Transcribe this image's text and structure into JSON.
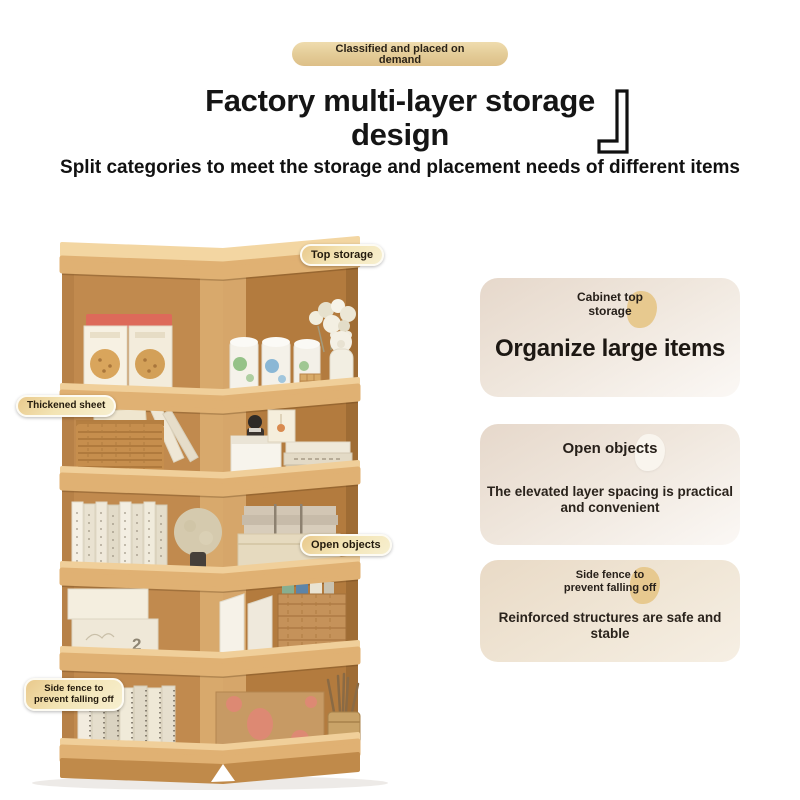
{
  "header": {
    "badge": "Classified and placed on\ndemand",
    "title": "Factory multi-layer storage\ndesign",
    "subtitle": "Split categories to meet the storage and placement needs of different items"
  },
  "photo": {
    "description": "Light beech wood five-tier corner shelf holding snack boxes, storage jars, dried flowers, a bear figurine, rattan baskets, books, document boxes, spiral notebooks and a twig pen cup",
    "box_number": "2",
    "labels": {
      "top_storage": "Top storage",
      "thickened_sheet": "Thickened sheet",
      "open_objects": "Open objects",
      "side_fence": "Side fence to\nprevent falling off"
    }
  },
  "cards": [
    {
      "tag": "Cabinet top\nstorage",
      "text": "Organize large items"
    },
    {
      "tag": "Open objects",
      "text": "The elevated layer spacing is practical\nand convenient"
    },
    {
      "tag": "Side fence to\nprevent falling off",
      "text": "Reinforced structures are safe and\nstable"
    }
  ],
  "colors": {
    "badge_tan": "#e3cb96",
    "label_cream": "#f3e4b4",
    "card_beige": "#e6d8cb",
    "blob_tan": "#e7c98f",
    "wood_light": "#e0b173",
    "wood_mid": "#c18a4e",
    "wood_dark": "#b37b3e",
    "title_text": "#151515"
  }
}
